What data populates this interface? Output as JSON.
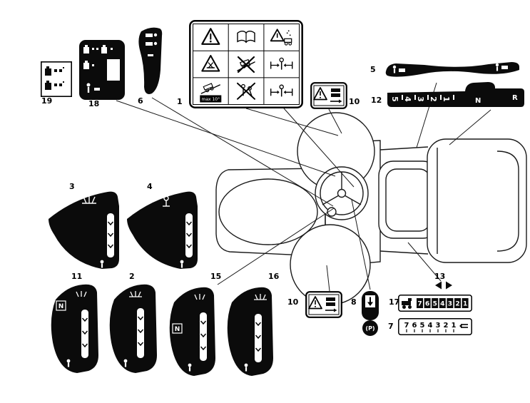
{
  "figure": {
    "background": "#ffffff",
    "ink": "#000000",
    "decal_fill": "#0b0b0b"
  },
  "callouts": {
    "n1": "1",
    "n2": "2",
    "n3": "3",
    "n4": "4",
    "n5": "5",
    "n6": "6",
    "n7": "7",
    "n8": "8",
    "n10_top": "10",
    "n10_bottom": "10",
    "n11": "11",
    "n12": "12",
    "n13": "13",
    "n15": "15",
    "n16": "16",
    "n17": "17",
    "n18": "18",
    "n19": "19"
  },
  "safety_decal": {
    "max_slope": "max 10°"
  },
  "shift_decal": {
    "gears": [
      "5",
      "4",
      "3",
      "2",
      "1"
    ],
    "neutral": "N",
    "reverse": "R"
  },
  "fin_decals": {
    "neutral_marker": "N"
  },
  "park_decal": {
    "label": "(P)"
  },
  "dash_decal": {
    "digits": [
      "7",
      "6",
      "5",
      "4",
      "3",
      "2",
      "1"
    ]
  },
  "gauge_decal": {
    "digits": [
      "7",
      "6",
      "5",
      "4",
      "3",
      "2",
      "1"
    ]
  }
}
